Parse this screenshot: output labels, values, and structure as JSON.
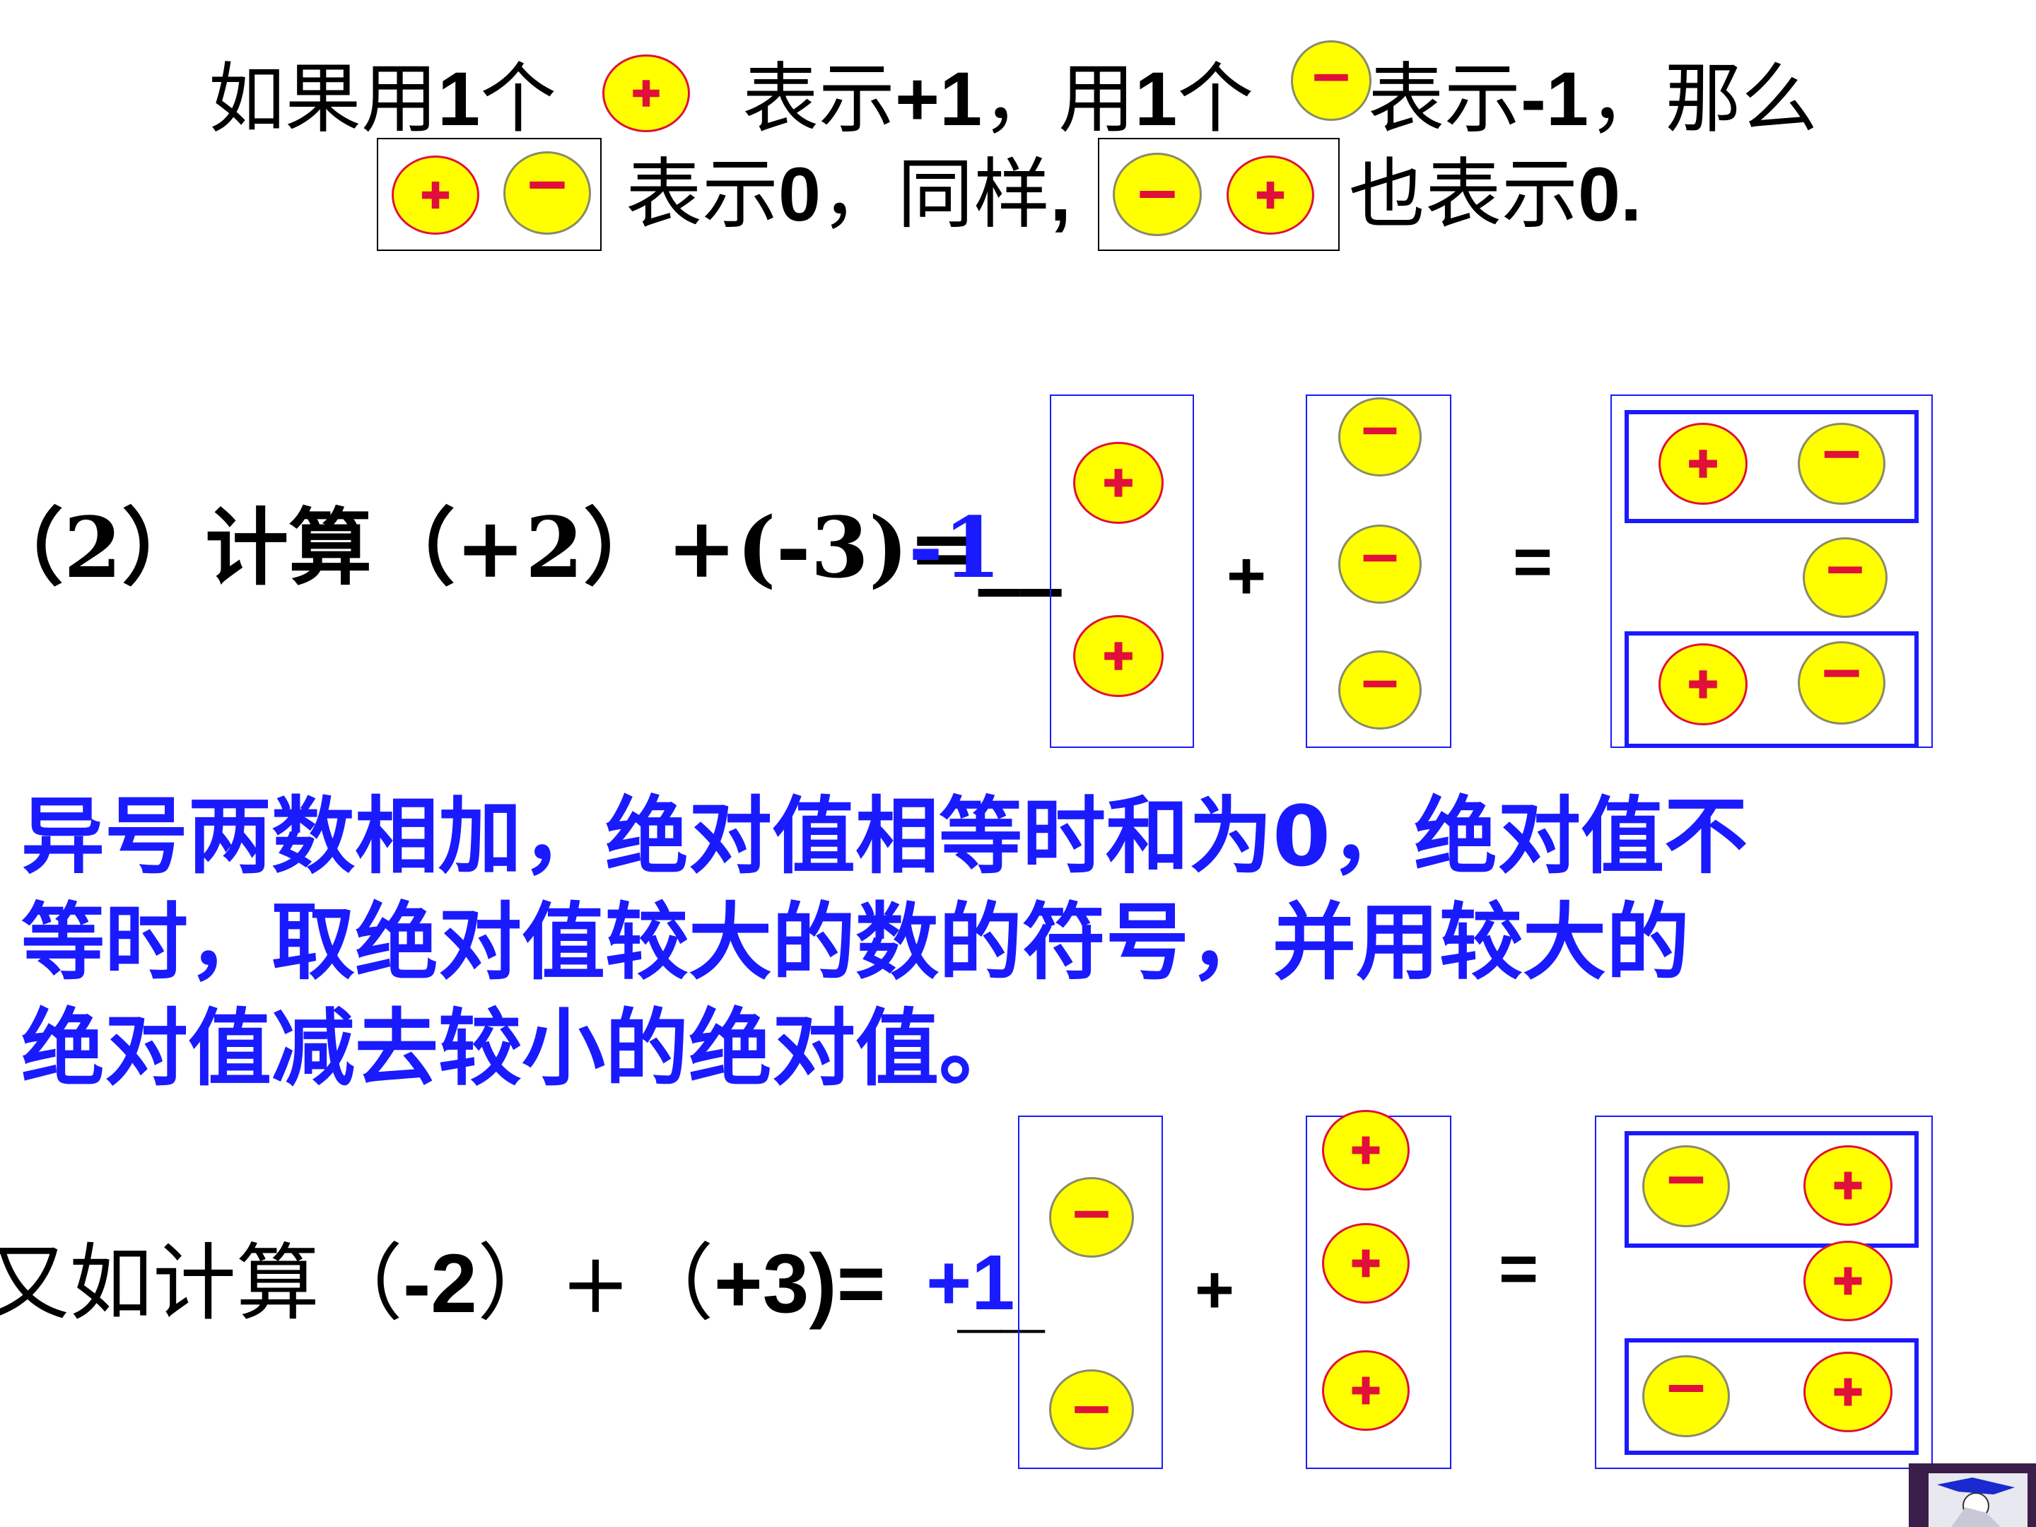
{
  "intro": {
    "line1": {
      "p1": "如果用",
      "n1": "1",
      "p2": "个",
      "p3": "表示",
      "n2": "+1",
      "p4": "，用",
      "n3": "1",
      "p5": "个",
      "p6": "表示",
      "n4": "-1",
      "p7": "，那么"
    },
    "line2": {
      "p1": "表示",
      "n1": "0",
      "p2": "，同样",
      "p3": ",",
      "p4": "也表示",
      "n2": "0."
    }
  },
  "chip_symbols": {
    "positive": "+",
    "negative": "−"
  },
  "example1": {
    "prefix": "（2）计算（+2）+(-3)=",
    "blank": "__",
    "answer": "-1",
    "plus": "+",
    "equals": "="
  },
  "rule": {
    "line1": "异号两数相加，绝对值相等时和为0，绝对值不",
    "line2": "等时，取绝对值较大的数的符号，并用较大的",
    "line3": "绝对值减去较小的绝对值。"
  },
  "example2": {
    "prefix": "又如计算（",
    "n1": "-2",
    "mid": "）+（",
    "n2": "+3",
    "close": ")=",
    "answer": "+1",
    "blank": "__",
    "plus": "+",
    "equals": "="
  },
  "colors": {
    "chip_fill": "#ffff00",
    "positive_border": "#e0103a",
    "negative_border": "#8a8a6a",
    "rule_text": "#1a1aff",
    "box_blue": "#1a1aff"
  }
}
